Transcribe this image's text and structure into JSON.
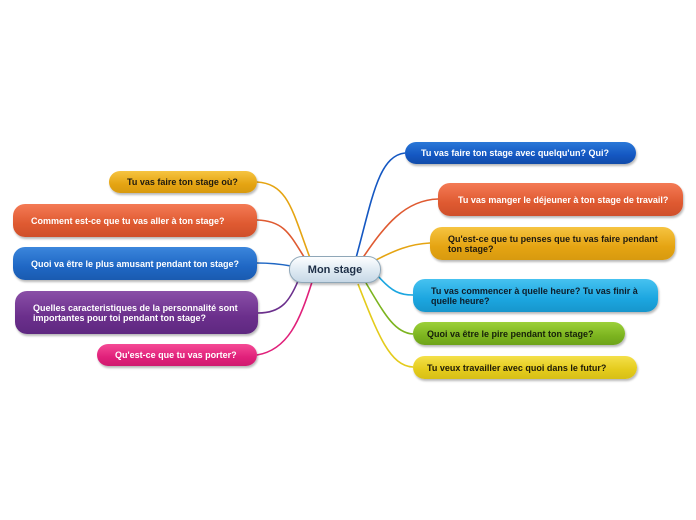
{
  "center": {
    "label": "Mon stage"
  },
  "left_topics": [
    {
      "label": "Tu vas faire ton stage où?",
      "color": "#e5a412"
    },
    {
      "label": "Comment est-ce que tu vas aller à ton stage?",
      "color": "#df5a31"
    },
    {
      "label": "Quoi va être le plus amusant pendant ton stage?",
      "color": "#1f67c4"
    },
    {
      "label": "Quelles caracteristiques de la personnalité sont importantes pour toi pendant ton stage?",
      "color": "#6b2f8c"
    },
    {
      "label": "Qu'est-ce que tu vas porter?",
      "color": "#e0207a"
    }
  ],
  "right_topics": [
    {
      "label": "Tu vas faire ton stage avec quelqu'un? Qui?",
      "color": "#1457c2"
    },
    {
      "label": "Tu vas manger le déjeuner à ton stage de travail?",
      "color": "#df5a31"
    },
    {
      "label": "Qu'est-ce que tu penses que tu vas faire pendant ton stage?",
      "color": "#e5a412"
    },
    {
      "label": "Tu vas commencer à quelle heure? Tu vas finir à quelle heure?",
      "color": "#1ca6e0"
    },
    {
      "label": "Quoi va être le pire pendant ton stage?",
      "color": "#7cb41f"
    },
    {
      "label": "Tu veux travailler avec quoi dans le futur?",
      "color": "#e4cb1c"
    }
  ]
}
